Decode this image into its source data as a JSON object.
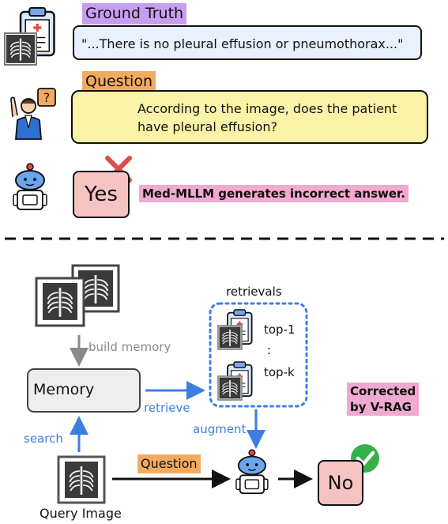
{
  "top_panel": {
    "ground_truth_label": "Ground Truth",
    "ground_truth_text": "\"...There is no pleural effusion or pneumothorax...\"",
    "question_label": "Question",
    "question_text": "According to the image, does the patient have pleural effusion?",
    "model_answer": "Yes",
    "incorrect_note": "Med-MLLM generates incorrect answer."
  },
  "bottom_panel": {
    "build_memory_label": "build memory",
    "memory_label": "Memory",
    "retrieve_label": "retrieve",
    "retrievals_label": "retrievals",
    "top1_label": "top-1",
    "dots_label": ":",
    "topk_label": "top-k",
    "augment_label": "augment",
    "search_label": "search",
    "question_label": "Question",
    "query_image_label": "Query Image",
    "corrected_line1": "Corrected",
    "corrected_line2": "by V-RAG",
    "final_answer": "No"
  },
  "colors": {
    "ground_truth_tag": "#c79df0",
    "question_tag": "#f2ab5e",
    "highlight_pink": "#f0a9cf",
    "ground_truth_box": "#e9f0ff",
    "question_box": "#fbf3a8",
    "answer_box": "#f6c3c3",
    "arrow_blue": "#3d7fe0",
    "arrow_gray": "#8a8a8a",
    "wrong_mark": "#e04a4a",
    "check_mark": "#35b04a"
  }
}
